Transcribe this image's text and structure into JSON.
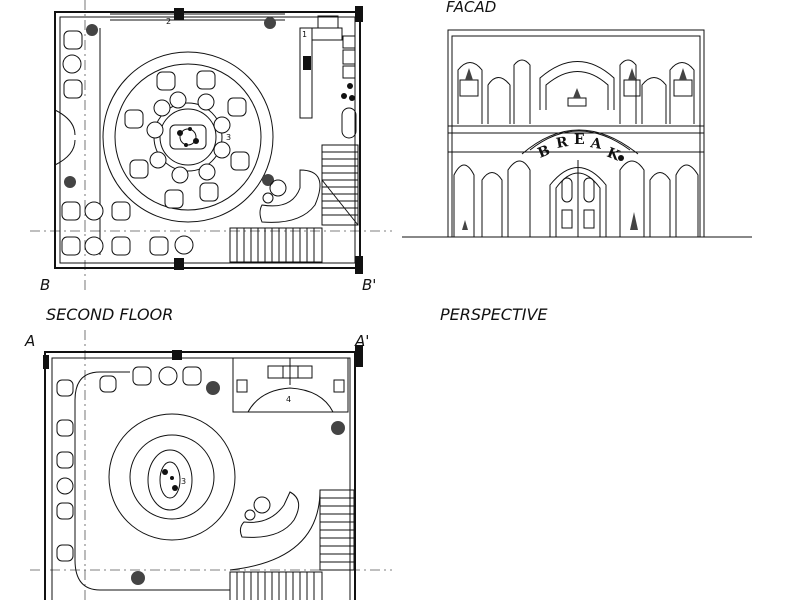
{
  "labels": {
    "facade": "FACAD",
    "second_floor": "SECOND FLOOR",
    "perspective": "PERSPECTIVE",
    "section_a": "A",
    "section_a_prime": "A'",
    "section_b": "B",
    "section_b_prime": "B'"
  },
  "facade_sign": [
    "B",
    "R",
    "E",
    "A",
    "K"
  ],
  "room_numbers": {
    "gf_room_1": "1",
    "gf_room_2": "2",
    "gf_room_3": "3",
    "sf_room_3": "3",
    "sf_room_4": "4"
  }
}
